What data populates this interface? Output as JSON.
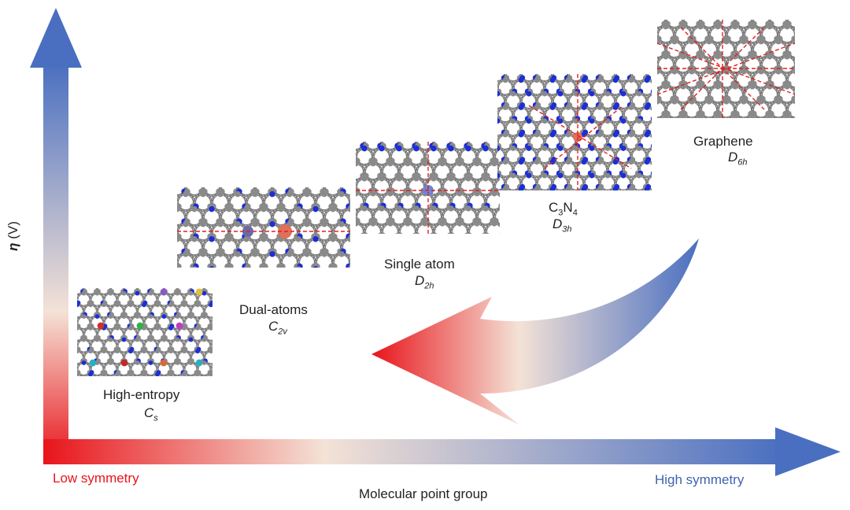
{
  "axes": {
    "y_label_symbol": "η",
    "y_label_unit": " (V)",
    "x_label": "Molecular point group",
    "x_low": "Low symmetry",
    "x_high": "High symmetry"
  },
  "structures": [
    {
      "name": "High-entropy",
      "group_main": "C",
      "group_sub": "s"
    },
    {
      "name": "Dual-atoms",
      "group_main": "C",
      "group_sub": "2v"
    },
    {
      "name": "Single atom",
      "group_main": "D",
      "group_sub": "2h"
    },
    {
      "name_main": "C",
      "name_sub1": "3",
      "name_mid": "N",
      "name_sub2": "4",
      "group_main": "D",
      "group_sub": "3h"
    },
    {
      "name": "Graphene",
      "group_main": "D",
      "group_sub": "6h"
    }
  ],
  "colors": {
    "red": "#e8141b",
    "blue": "#4a6fc0",
    "cream": "#f4e2d6",
    "carbon": "#8a8a8a",
    "nitrogen": "#1c2fd6",
    "metal": "#e0705a",
    "symmetry_line": "#e02020"
  }
}
